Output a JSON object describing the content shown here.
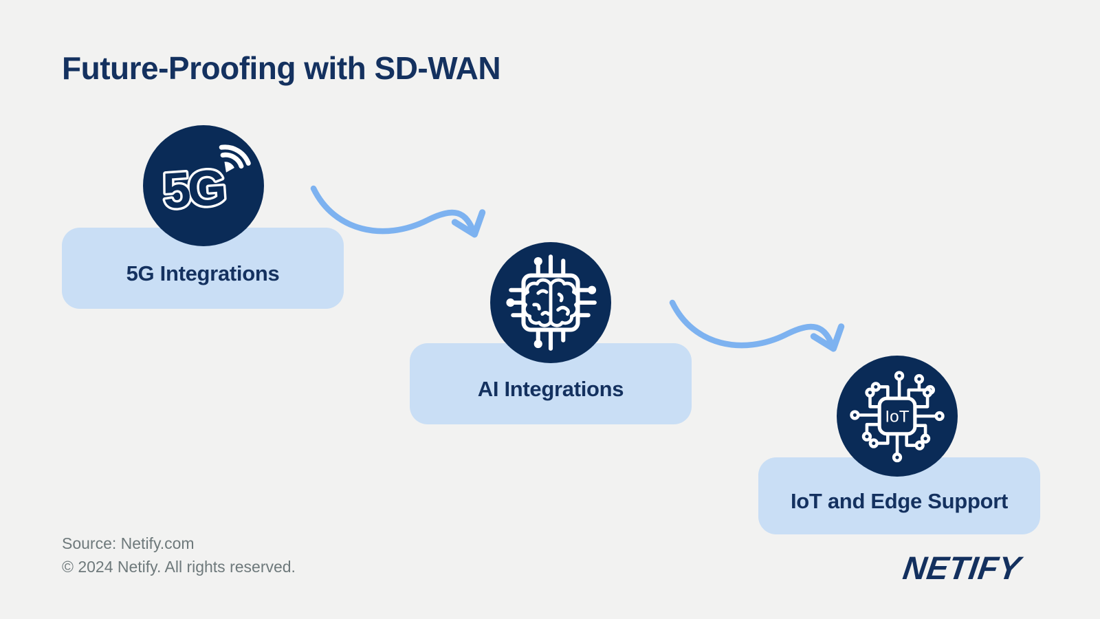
{
  "page": {
    "title": "Future-Proofing with SD-WAN",
    "background_color": "#f2f2f1"
  },
  "colors": {
    "navy_badge": "#0a2b57",
    "navy_text": "#14315f",
    "card_background": "#c9def5",
    "arrow_blue": "#7db2f0",
    "footer_gray": "#6e797b",
    "icon_line_white": "#ffffff"
  },
  "steps": [
    {
      "label": "5G Integrations",
      "icon": "5g-signal-icon",
      "icon_text": "5G"
    },
    {
      "label": "AI Integrations",
      "icon": "ai-chip-brain-icon"
    },
    {
      "label": "IoT and Edge Support",
      "icon": "iot-chip-icon",
      "icon_text": "IoT"
    }
  ],
  "footer": {
    "source": "Source: Netify.com",
    "copyright": "© 2024 Netify. All rights reserved.",
    "logo": "NETIFY"
  }
}
